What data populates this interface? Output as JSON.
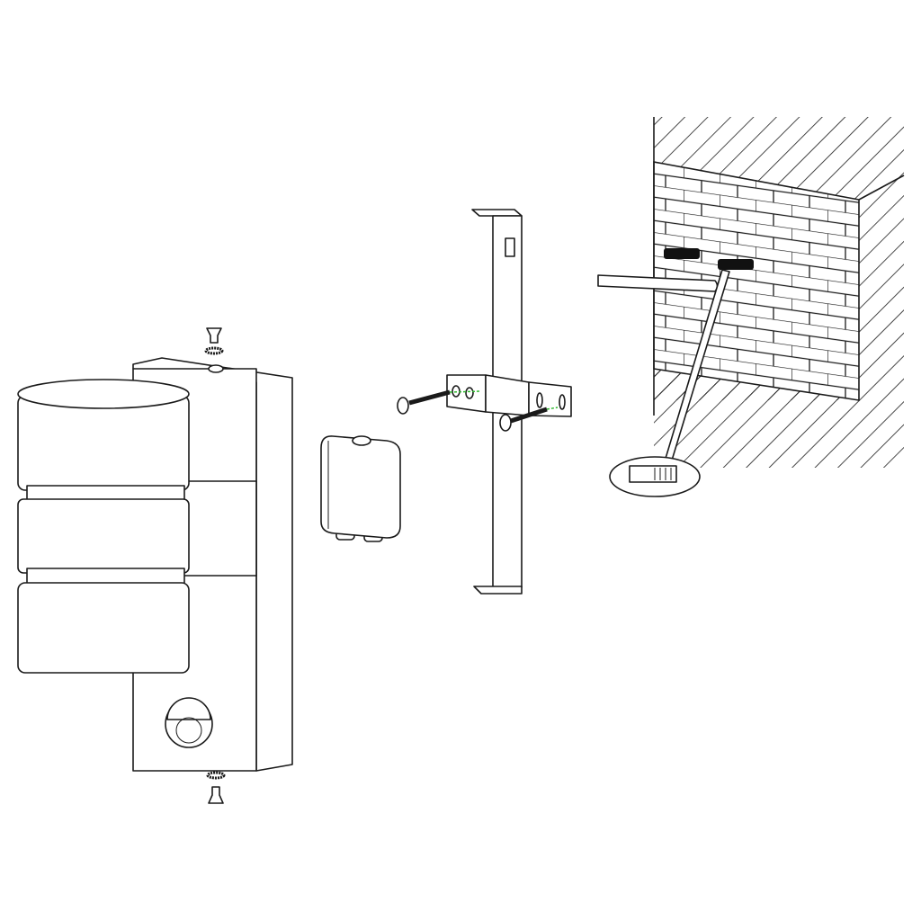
{
  "colors": {
    "line": "#1a1a1a",
    "guide": "#2eb82e",
    "background": "#ffffff",
    "dowel": "#111111"
  },
  "parts": {
    "lamp": "lamp",
    "junction_box": "junction-box",
    "bracket": "mounting-bracket",
    "wall": "brick-wall"
  }
}
